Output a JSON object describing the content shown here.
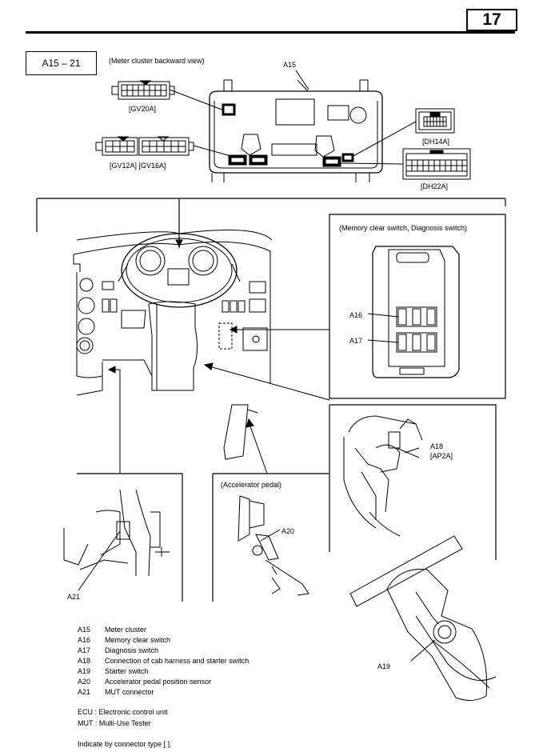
{
  "page_number": "17",
  "ref_range": "A15 – 21",
  "cluster_caption": "(Meter cluster backward view)",
  "memory_caption": "(Memory clear switch, Diagnosis switch)",
  "pedal_caption": "(Accelerator pedal)",
  "connectors": {
    "gv20a": "[GV20A]",
    "gv12a_gv16a": "[GV12A]  [GV16A]",
    "dh14a": "[DH14A]",
    "dh22a": "[DH22A]"
  },
  "callouts": {
    "a15": "A15",
    "a16": "A16",
    "a17": "A17",
    "a18": "A18",
    "a18_type": "[AP2A]",
    "a19": "A19",
    "a20": "A20",
    "a21": "A21"
  },
  "legend": [
    {
      "code": "A15",
      "desc": "Meter cluster"
    },
    {
      "code": "A16",
      "desc": "Memory clear switch"
    },
    {
      "code": "A17",
      "desc": "Diagnosis switch"
    },
    {
      "code": "A18",
      "desc": "Connection of cab harness and starter switch"
    },
    {
      "code": "A19",
      "desc": "Starter switch"
    },
    {
      "code": "A20",
      "desc": "Accelerator pedal position sensor"
    },
    {
      "code": "A21",
      "desc": "MUT connector"
    }
  ],
  "abbreviations": [
    "ECU : Electronic control unit",
    "MUT : Multi-Use Tester"
  ],
  "footnote": "Indicate by connector type [  ]."
}
